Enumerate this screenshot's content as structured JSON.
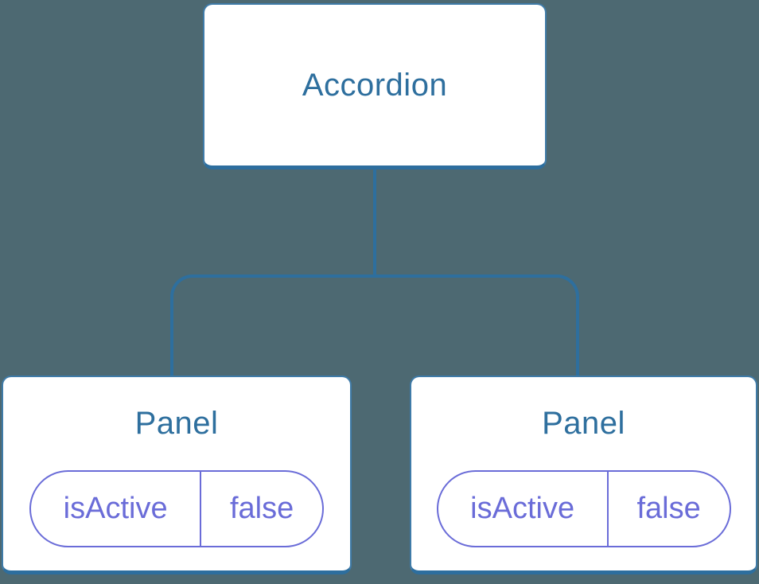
{
  "diagram": {
    "colors": {
      "background": "#4D6972",
      "node_fill": "#FFFFFF",
      "connector_blue": "#2E6F9E",
      "node_border_blue": "#3F7BA8",
      "node_border_bottom_blue": "#2D6E9E",
      "state_purple": "#6A6CD8"
    },
    "root": {
      "label": "Accordion"
    },
    "children": [
      {
        "label": "Panel",
        "state": {
          "key": "isActive",
          "value": "false"
        }
      },
      {
        "label": "Panel",
        "state": {
          "key": "isActive",
          "value": "false"
        }
      }
    ]
  }
}
